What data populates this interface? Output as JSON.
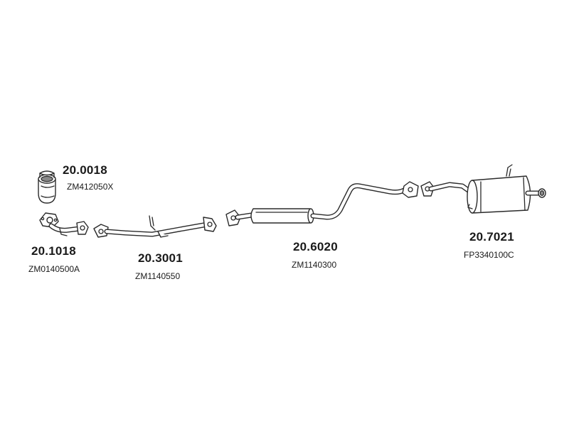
{
  "parts": [
    {
      "part_number": "20.0018",
      "oem_code": "ZM412050X",
      "component": "catalytic-converter"
    },
    {
      "part_number": "20.1018",
      "oem_code": "ZM0140500A",
      "component": "front-pipe"
    },
    {
      "part_number": "20.3001",
      "oem_code": "ZM1140550",
      "component": "intermediate-pipe"
    },
    {
      "part_number": "20.6020",
      "oem_code": "ZM1140300",
      "component": "middle-silencer"
    },
    {
      "part_number": "20.7021",
      "oem_code": "FP3340100C",
      "component": "rear-silencer"
    }
  ]
}
